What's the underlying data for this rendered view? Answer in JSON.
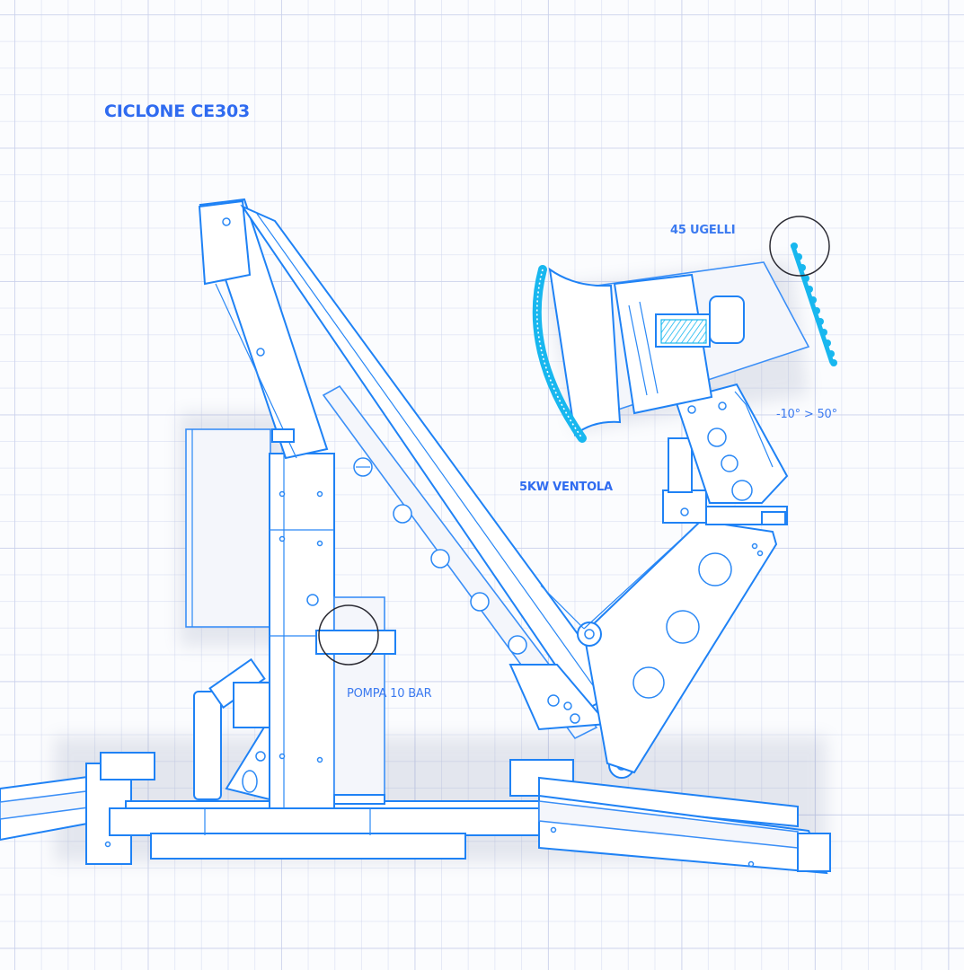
{
  "title": "CICLONE CE303",
  "annotations": {
    "nozzles": "45 UGELLI",
    "tilt_range": "-10° > 50°",
    "fan": "5KW VENTOLA",
    "pump": "POMPA 10 BAR"
  },
  "colors": {
    "line_blue": "#1f82f5",
    "label_blue": "#2f6bf0",
    "nozzle_cyan": "#18b7ef",
    "grid": "#cdd4ee",
    "marker_circle": "#2b2b33"
  }
}
